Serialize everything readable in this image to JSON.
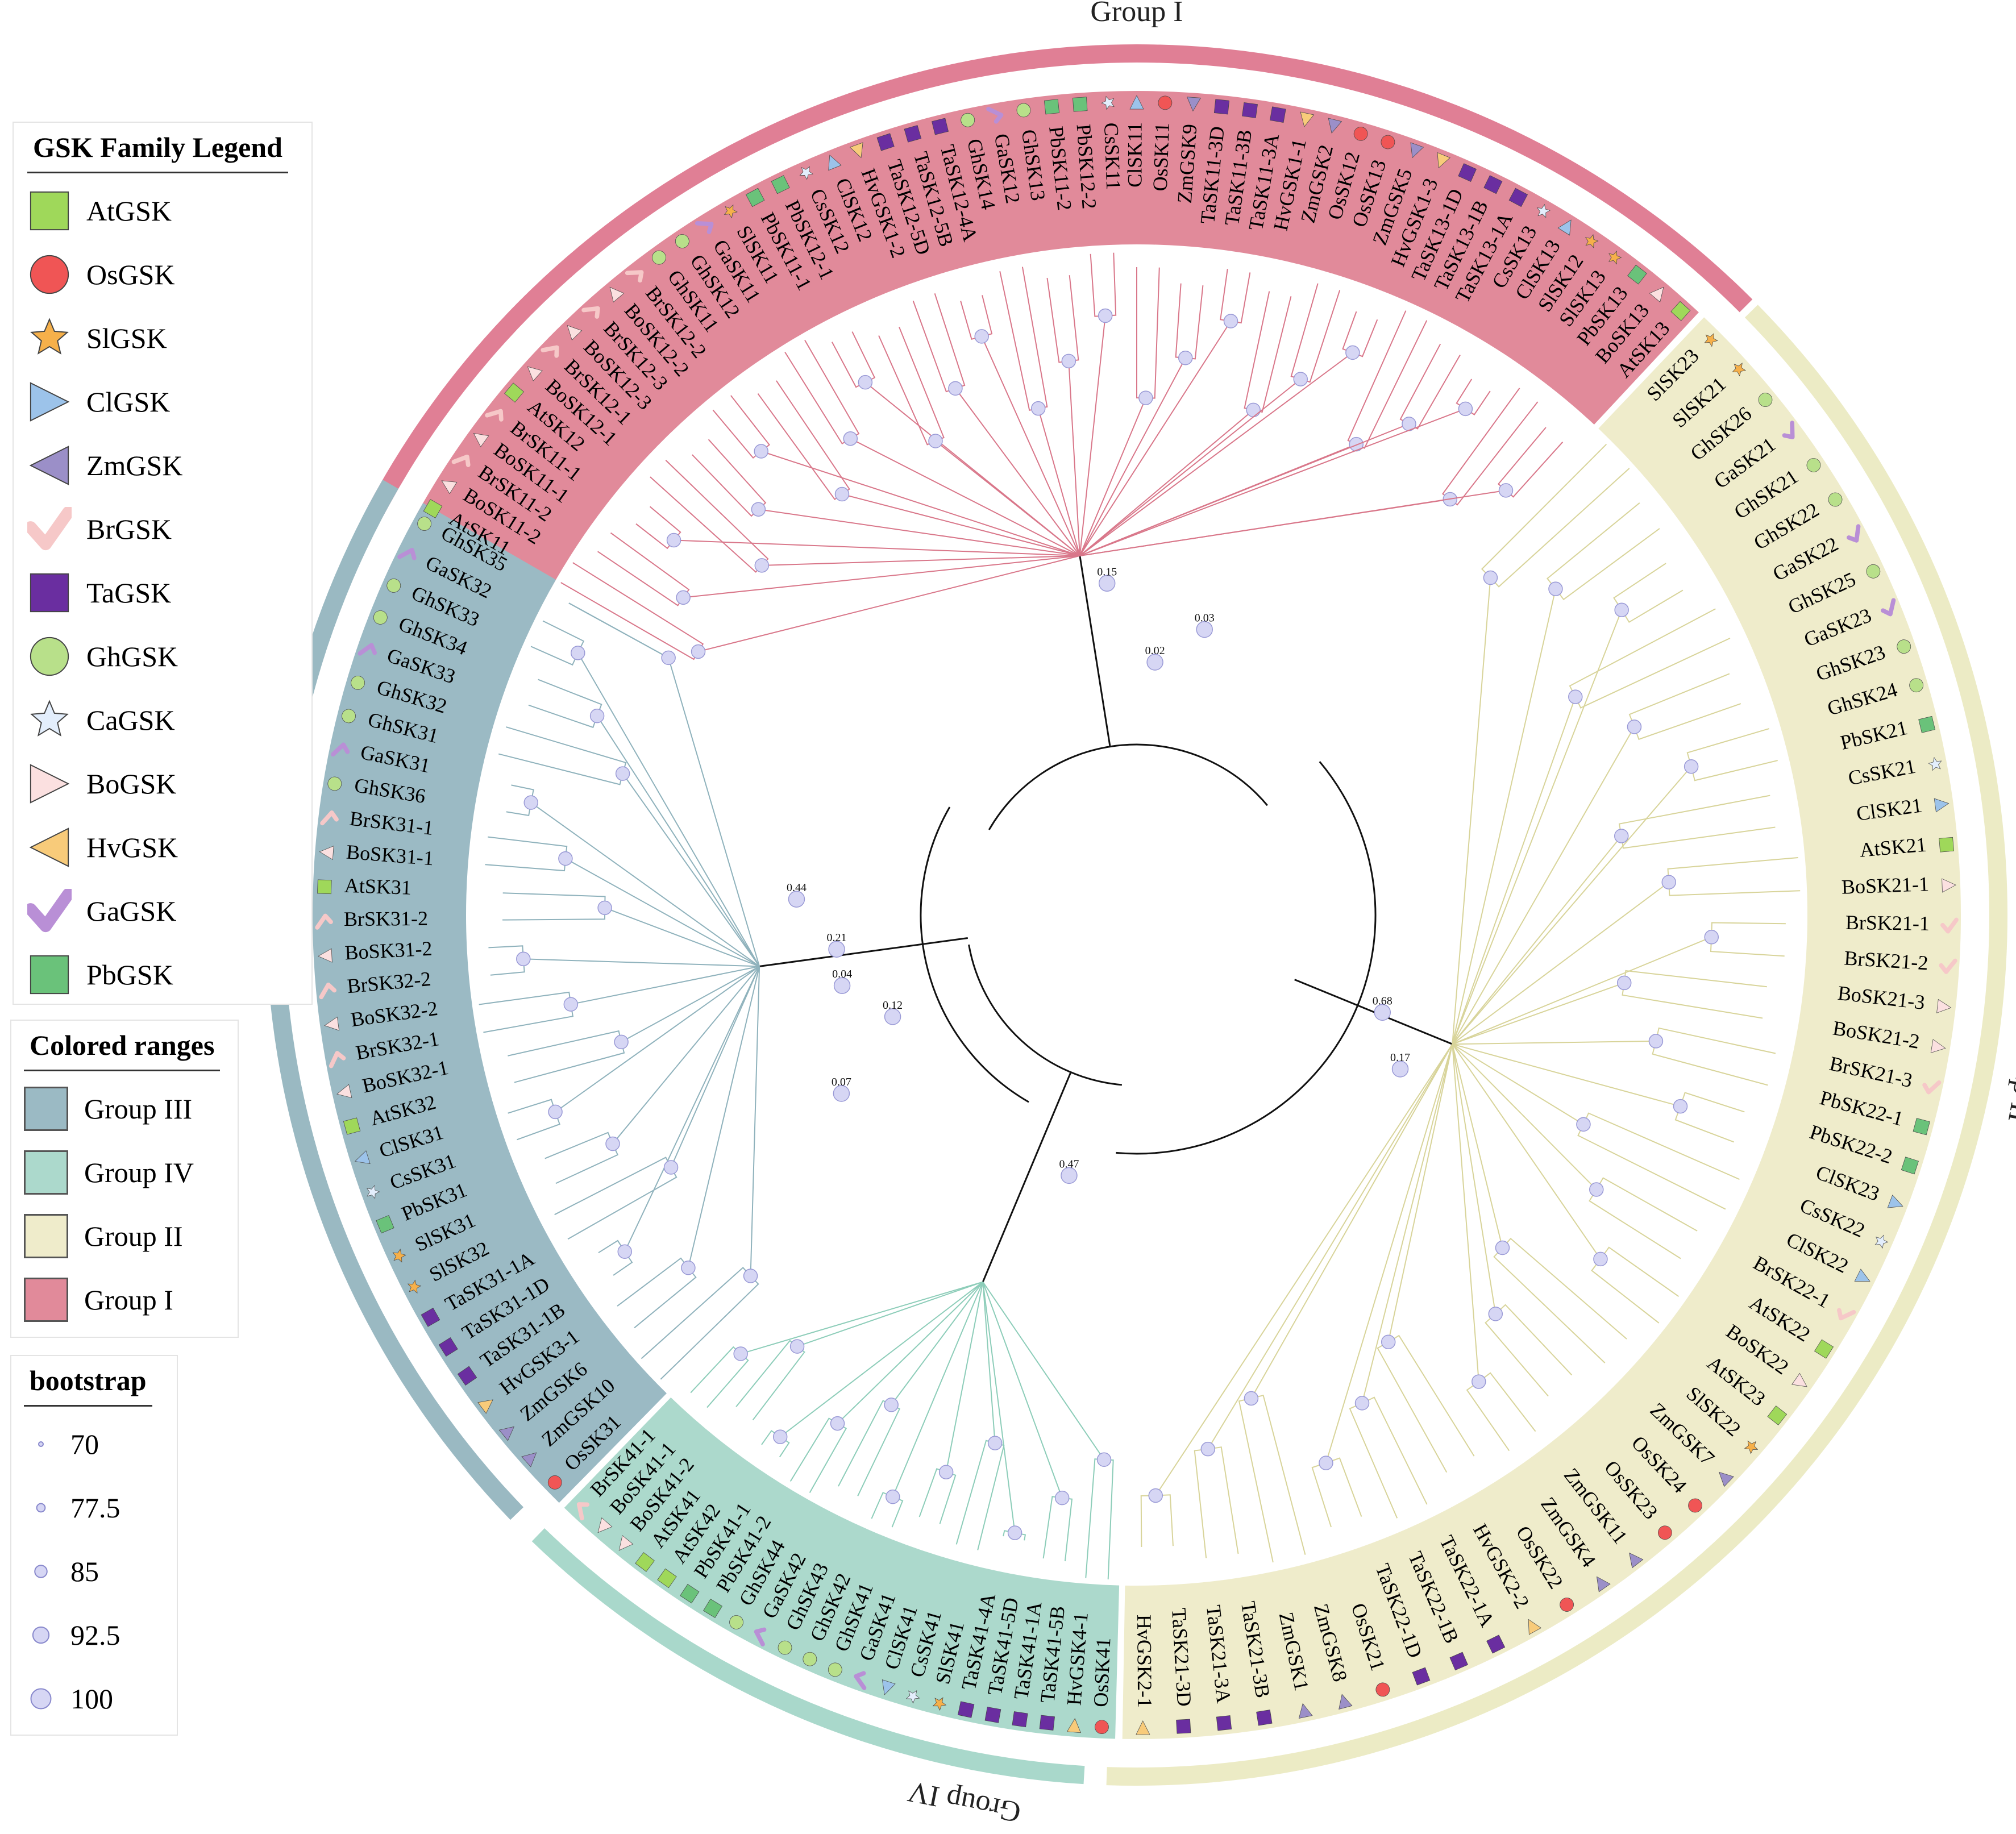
{
  "legend_family": {
    "title": "GSK Family Legend",
    "items": [
      {
        "label": "AtGSK",
        "shape": "square",
        "color": "#9fd85a"
      },
      {
        "label": "OsGSK",
        "shape": "circle",
        "color": "#f05555"
      },
      {
        "label": "SlGSK",
        "shape": "star",
        "color": "#f6b04a"
      },
      {
        "label": "ClGSK",
        "shape": "triangle-right",
        "color": "#9cc3ea"
      },
      {
        "label": "ZmGSK",
        "shape": "triangle-left",
        "color": "#9b8fc8"
      },
      {
        "label": "BrGSK",
        "shape": "check",
        "color": "#f6c8c8"
      },
      {
        "label": "TaGSK",
        "shape": "square",
        "color": "#6a2ea0"
      },
      {
        "label": "GhGSK",
        "shape": "circle",
        "color": "#b8e08a"
      },
      {
        "label": "CaGSK",
        "shape": "star",
        "color": "#e3eefc"
      },
      {
        "label": "BoGSK",
        "shape": "triangle-right",
        "color": "#fbe0e0"
      },
      {
        "label": "HvGSK",
        "shape": "triangle-left",
        "color": "#f8cb7a"
      },
      {
        "label": "GaGSK",
        "shape": "check",
        "color": "#b98fd6"
      },
      {
        "label": "PbGSK",
        "shape": "square",
        "color": "#6ac27a"
      }
    ]
  },
  "legend_ranges": {
    "title": "Colored ranges",
    "items": [
      {
        "label": "Group III",
        "color": "#9bbac4"
      },
      {
        "label": "Group IV",
        "color": "#acd9cc"
      },
      {
        "label": "Group II",
        "color": "#efeccb"
      },
      {
        "label": "Group I",
        "color": "#e18a9a"
      }
    ]
  },
  "legend_bootstrap": {
    "title": "bootstrap",
    "items": [
      {
        "label": "70",
        "value": 70
      },
      {
        "label": "77.5",
        "value": 77.5
      },
      {
        "label": "85",
        "value": 85
      },
      {
        "label": "92.5",
        "value": 92.5
      },
      {
        "label": "100",
        "value": 100
      }
    ]
  },
  "groups": [
    {
      "name": "Group I",
      "color": "#e18a9a",
      "band": "#e07f95",
      "branch": "#d9778a"
    },
    {
      "name": "Group II",
      "color": "#efeccb",
      "band": "#ecebc5",
      "branch": "#d8d49a"
    },
    {
      "name": "Group III",
      "color": "#9bbac4",
      "band": "#9ab9c2",
      "branch": "#8fb2bc"
    },
    {
      "name": "Group IV",
      "color": "#acd9cc",
      "band": "#a9d8cb",
      "branch": "#8dcdb9"
    }
  ],
  "leaves": {
    "Group I": [
      {
        "name": "AtSK11",
        "sym": "AtGSK"
      },
      {
        "name": "BoSK11-2",
        "sym": "BoGSK"
      },
      {
        "name": "BrSK11-2",
        "sym": "BrGSK"
      },
      {
        "name": "BoSK11-1",
        "sym": "BoGSK"
      },
      {
        "name": "BrSK11-1",
        "sym": "BrGSK"
      },
      {
        "name": "AtSK12",
        "sym": "AtGSK"
      },
      {
        "name": "BoSK12-1",
        "sym": "BoGSK"
      },
      {
        "name": "BrSK12-1",
        "sym": "BrGSK"
      },
      {
        "name": "BoSK12-3",
        "sym": "BoGSK"
      },
      {
        "name": "BrSK12-3",
        "sym": "BrGSK"
      },
      {
        "name": "BoSK12-2",
        "sym": "BoGSK"
      },
      {
        "name": "BrSK12-2",
        "sym": "BrGSK"
      },
      {
        "name": "GhSK11",
        "sym": "GhGSK"
      },
      {
        "name": "GhSK12",
        "sym": "GhGSK"
      },
      {
        "name": "GaSK11",
        "sym": "GaGSK"
      },
      {
        "name": "SlSK11",
        "sym": "SlGSK"
      },
      {
        "name": "PbSK11-1",
        "sym": "PbGSK"
      },
      {
        "name": "PbSK12-1",
        "sym": "PbGSK"
      },
      {
        "name": "CsSK12",
        "sym": "CaGSK"
      },
      {
        "name": "ClSK12",
        "sym": "ClGSK"
      },
      {
        "name": "HvGSK1-2",
        "sym": "HvGSK"
      },
      {
        "name": "TaSK12-5D",
        "sym": "TaGSK"
      },
      {
        "name": "TaSK12-5B",
        "sym": "TaGSK"
      },
      {
        "name": "TaSK12-4A",
        "sym": "TaGSK"
      },
      {
        "name": "GhSK14",
        "sym": "GhGSK"
      },
      {
        "name": "GaSK12",
        "sym": "GaGSK"
      },
      {
        "name": "GhSK13",
        "sym": "GhGSK"
      },
      {
        "name": "PbSK11-2",
        "sym": "PbGSK"
      },
      {
        "name": "PbSK12-2",
        "sym": "PbGSK"
      },
      {
        "name": "CsSK11",
        "sym": "CaGSK"
      },
      {
        "name": "ClSK11",
        "sym": "ClGSK"
      },
      {
        "name": "OsSK11",
        "sym": "OsGSK"
      },
      {
        "name": "ZmGSK9",
        "sym": "ZmGSK"
      },
      {
        "name": "TaSK11-3D",
        "sym": "TaGSK"
      },
      {
        "name": "TaSK11-3B",
        "sym": "TaGSK"
      },
      {
        "name": "TaSK11-3A",
        "sym": "TaGSK"
      },
      {
        "name": "HvGSK1-1",
        "sym": "HvGSK"
      },
      {
        "name": "ZmGSK2",
        "sym": "ZmGSK"
      },
      {
        "name": "OsSK12",
        "sym": "OsGSK"
      },
      {
        "name": "OsSK13",
        "sym": "OsGSK"
      },
      {
        "name": "ZmGSK5",
        "sym": "ZmGSK"
      },
      {
        "name": "HvGSK1-3",
        "sym": "HvGSK"
      },
      {
        "name": "TaSK13-1D",
        "sym": "TaGSK"
      },
      {
        "name": "TaSK13-1B",
        "sym": "TaGSK"
      },
      {
        "name": "TaSK13-1A",
        "sym": "TaGSK"
      },
      {
        "name": "CsSK13",
        "sym": "CaGSK"
      },
      {
        "name": "ClSK13",
        "sym": "ClGSK"
      },
      {
        "name": "SlSK12",
        "sym": "SlGSK"
      },
      {
        "name": "SlSK13",
        "sym": "SlGSK"
      },
      {
        "name": "PbSK13",
        "sym": "PbGSK"
      },
      {
        "name": "BoSK13",
        "sym": "BoGSK"
      },
      {
        "name": "AtSK13",
        "sym": "AtGSK"
      }
    ],
    "Group II": [
      {
        "name": "SlSK23",
        "sym": "SlGSK"
      },
      {
        "name": "SlSK21",
        "sym": "SlGSK"
      },
      {
        "name": "GhSK26",
        "sym": "GhGSK"
      },
      {
        "name": "GaSK21",
        "sym": "GaGSK"
      },
      {
        "name": "GhSK21",
        "sym": "GhGSK"
      },
      {
        "name": "GhSK22",
        "sym": "GhGSK"
      },
      {
        "name": "GaSK22",
        "sym": "GaGSK"
      },
      {
        "name": "GhSK25",
        "sym": "GhGSK"
      },
      {
        "name": "GaSK23",
        "sym": "GaGSK"
      },
      {
        "name": "GhSK23",
        "sym": "GhGSK"
      },
      {
        "name": "GhSK24",
        "sym": "GhGSK"
      },
      {
        "name": "PbSK21",
        "sym": "PbGSK"
      },
      {
        "name": "CsSK21",
        "sym": "CaGSK"
      },
      {
        "name": "ClSK21",
        "sym": "ClGSK"
      },
      {
        "name": "AtSK21",
        "sym": "AtGSK"
      },
      {
        "name": "BoSK21-1",
        "sym": "BoGSK"
      },
      {
        "name": "BrSK21-1",
        "sym": "BrGSK"
      },
      {
        "name": "BrSK21-2",
        "sym": "BrGSK"
      },
      {
        "name": "BoSK21-3",
        "sym": "BoGSK"
      },
      {
        "name": "BoSK21-2",
        "sym": "BoGSK"
      },
      {
        "name": "BrSK21-3",
        "sym": "BrGSK"
      },
      {
        "name": "PbSK22-1",
        "sym": "PbGSK"
      },
      {
        "name": "PbSK22-2",
        "sym": "PbGSK"
      },
      {
        "name": "ClSK23",
        "sym": "ClGSK"
      },
      {
        "name": "CsSK22",
        "sym": "CaGSK"
      },
      {
        "name": "ClSK22",
        "sym": "ClGSK"
      },
      {
        "name": "BrSK22-1",
        "sym": "BrGSK"
      },
      {
        "name": "AtSK22",
        "sym": "AtGSK"
      },
      {
        "name": "BoSK22",
        "sym": "BoGSK"
      },
      {
        "name": "AtSK23",
        "sym": "AtGSK"
      },
      {
        "name": "SlSK22",
        "sym": "SlGSK"
      },
      {
        "name": "ZmGSK7",
        "sym": "ZmGSK"
      },
      {
        "name": "OsSK24",
        "sym": "OsGSK"
      },
      {
        "name": "OsSK23",
        "sym": "OsGSK"
      },
      {
        "name": "ZmGSK11",
        "sym": "ZmGSK"
      },
      {
        "name": "ZmGSK4",
        "sym": "ZmGSK"
      },
      {
        "name": "OsSK22",
        "sym": "OsGSK"
      },
      {
        "name": "HvGSK2-2",
        "sym": "HvGSK"
      },
      {
        "name": "TaSK22-1A",
        "sym": "TaGSK"
      },
      {
        "name": "TaSK22-1B",
        "sym": "TaGSK"
      },
      {
        "name": "TaSK22-1D",
        "sym": "TaGSK"
      },
      {
        "name": "OsSK21",
        "sym": "OsGSK"
      },
      {
        "name": "ZmGSK8",
        "sym": "ZmGSK"
      },
      {
        "name": "ZmGSK1",
        "sym": "ZmGSK"
      },
      {
        "name": "TaSK21-3B",
        "sym": "TaGSK"
      },
      {
        "name": "TaSK21-3A",
        "sym": "TaGSK"
      },
      {
        "name": "TaSK21-3D",
        "sym": "TaGSK"
      },
      {
        "name": "HvGSK2-1",
        "sym": "HvGSK"
      }
    ],
    "Group IV": [
      {
        "name": "OsSK41",
        "sym": "OsGSK"
      },
      {
        "name": "HvGSK4-1",
        "sym": "HvGSK"
      },
      {
        "name": "TaSK41-5B",
        "sym": "TaGSK"
      },
      {
        "name": "TaSK41-1A",
        "sym": "TaGSK"
      },
      {
        "name": "TaSK41-5D",
        "sym": "TaGSK"
      },
      {
        "name": "TaSK41-4A",
        "sym": "TaGSK"
      },
      {
        "name": "SlSK41",
        "sym": "SlGSK"
      },
      {
        "name": "CsSK41",
        "sym": "CaGSK"
      },
      {
        "name": "ClSK41",
        "sym": "ClGSK"
      },
      {
        "name": "GaSK41",
        "sym": "GaGSK"
      },
      {
        "name": "GhSK41",
        "sym": "GhGSK"
      },
      {
        "name": "GhSK42",
        "sym": "GhGSK"
      },
      {
        "name": "GhSK43",
        "sym": "GhGSK"
      },
      {
        "name": "GaSK42",
        "sym": "GaGSK"
      },
      {
        "name": "GhSK44",
        "sym": "GhGSK"
      },
      {
        "name": "PbSK41-2",
        "sym": "PbGSK"
      },
      {
        "name": "PbSK41-1",
        "sym": "PbGSK"
      },
      {
        "name": "AtSK42",
        "sym": "AtGSK"
      },
      {
        "name": "AtSK41",
        "sym": "AtGSK"
      },
      {
        "name": "BoSK41-2",
        "sym": "BoGSK"
      },
      {
        "name": "BoSK41-1",
        "sym": "BoGSK"
      },
      {
        "name": "BrSK41-1",
        "sym": "BrGSK"
      }
    ],
    "Group III": [
      {
        "name": "OsSK31",
        "sym": "OsGSK"
      },
      {
        "name": "ZmGSK10",
        "sym": "ZmGSK"
      },
      {
        "name": "ZmGSK6",
        "sym": "ZmGSK"
      },
      {
        "name": "HvGSK3-1",
        "sym": "HvGSK"
      },
      {
        "name": "TaSK31-1B",
        "sym": "TaGSK"
      },
      {
        "name": "TaSK31-1D",
        "sym": "TaGSK"
      },
      {
        "name": "TaSK31-1A",
        "sym": "TaGSK"
      },
      {
        "name": "SlSK32",
        "sym": "SlGSK"
      },
      {
        "name": "SlSK31",
        "sym": "SlGSK"
      },
      {
        "name": "PbSK31",
        "sym": "PbGSK"
      },
      {
        "name": "CsSK31",
        "sym": "CaGSK"
      },
      {
        "name": "ClSK31",
        "sym": "ClGSK"
      },
      {
        "name": "AtSK32",
        "sym": "AtGSK"
      },
      {
        "name": "BoSK32-1",
        "sym": "BoGSK"
      },
      {
        "name": "BrSK32-1",
        "sym": "BrGSK"
      },
      {
        "name": "BoSK32-2",
        "sym": "BoGSK"
      },
      {
        "name": "BrSK32-2",
        "sym": "BrGSK"
      },
      {
        "name": "BoSK31-2",
        "sym": "BoGSK"
      },
      {
        "name": "BrSK31-2",
        "sym": "BrGSK"
      },
      {
        "name": "AtSK31",
        "sym": "AtGSK"
      },
      {
        "name": "BoSK31-1",
        "sym": "BoGSK"
      },
      {
        "name": "BrSK31-1",
        "sym": "BrGSK"
      },
      {
        "name": "GhSK36",
        "sym": "GhGSK"
      },
      {
        "name": "GaSK31",
        "sym": "GaGSK"
      },
      {
        "name": "GhSK31",
        "sym": "GhGSK"
      },
      {
        "name": "GhSK32",
        "sym": "GhGSK"
      },
      {
        "name": "GaSK33",
        "sym": "GaGSK"
      },
      {
        "name": "GhSK34",
        "sym": "GhGSK"
      },
      {
        "name": "GhSK33",
        "sym": "GhGSK"
      },
      {
        "name": "GaSK32",
        "sym": "GaGSK"
      },
      {
        "name": "GhSK35",
        "sym": "GhGSK"
      }
    ]
  },
  "backbone_support": [
    {
      "label": "0.47",
      "group": "Group IV"
    },
    {
      "label": "0.21",
      "group": "Group III"
    },
    {
      "label": "0.44",
      "group": "Group III"
    },
    {
      "label": "0.68",
      "group": "Group II"
    },
    {
      "label": "0.17",
      "group": "Group II"
    },
    {
      "label": "0.15",
      "group": "Group I"
    },
    {
      "label": "0.02",
      "group": "Group I"
    },
    {
      "label": "0.03",
      "group": "Group I"
    },
    {
      "label": "0.07",
      "group": "root"
    },
    {
      "label": "0.12",
      "group": "root"
    },
    {
      "label": "0.04",
      "group": "root"
    }
  ]
}
